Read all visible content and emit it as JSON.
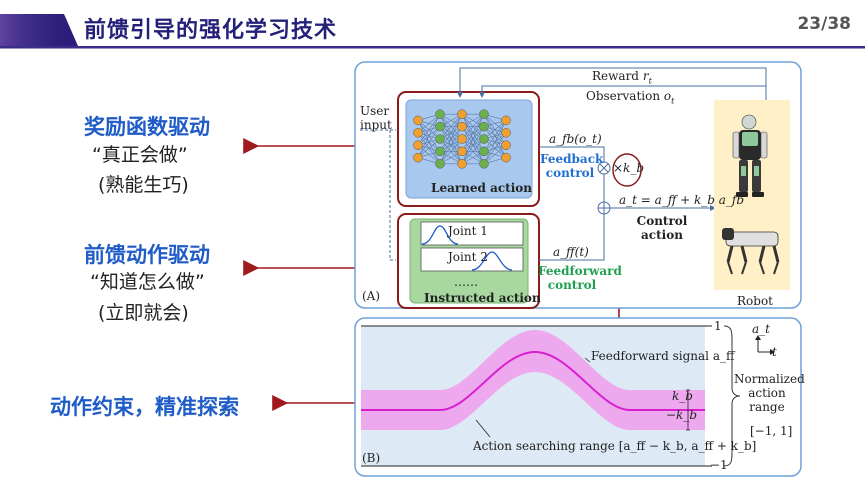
{
  "slide": {
    "title": "前馈引导的强化学习技术",
    "page": "23/38"
  },
  "left": {
    "item1": {
      "heading": "奖励函数驱动",
      "line1": "“真正会做”",
      "line2": "(熟能生巧)"
    },
    "item2": {
      "heading": "前馈动作驱动",
      "line1": "“知道怎么做”",
      "line2": "(立即就会)"
    },
    "item3": {
      "heading": "动作约束，精准探索"
    }
  },
  "diagram_a": {
    "panel_label": "(A)",
    "user_input": "User input",
    "reward": "Reward",
    "reward_sym": "r",
    "reward_sub": "t",
    "observation": "Observation",
    "observation_sym": "o",
    "observation_sub": "t",
    "learned_action": "Learned action",
    "afb": "a_fb(o_t)",
    "feedback_control": "Feedback control",
    "kb": "×k_b",
    "control_eq": "a_t = a_ff + k_b a_fb",
    "control_action": "Control action",
    "joint1": "Joint 1",
    "joint2": "Joint 2",
    "dots": "……",
    "instructed_action": "Instructed action",
    "aff": "a_ff(t)",
    "feedforward_control": "Feedforward control",
    "robot": "Robot"
  },
  "diagram_b": {
    "panel_label": "(B)",
    "y_top": "1",
    "y_bottom": "−1",
    "signal_label": "Feedforward signal a_ff",
    "kb_upper": "k_b",
    "kb_lower": "−k_b",
    "search_range": "Action searching range [a_ff − k_b, a_ff + k_b]",
    "axis_y": "a_t",
    "axis_x": "t",
    "normalized": "Normalized action range",
    "range": "[−1, 1]"
  },
  "colors": {
    "title_bar": "#2a1e7a",
    "left_heading": "#1f5cc8",
    "arrow": "#a0191e",
    "panel_border": "#6fa0d8",
    "learned_fill": "#a9c8ee",
    "instructed_fill": "#a8d8a0",
    "feedback_text": "#1f6fd0",
    "feedforward_text": "#1fa050",
    "band": "#eea8ee",
    "signal": "#d81fd0",
    "b_background": "#dde9f4",
    "robot_bg": "#fff0c8"
  }
}
